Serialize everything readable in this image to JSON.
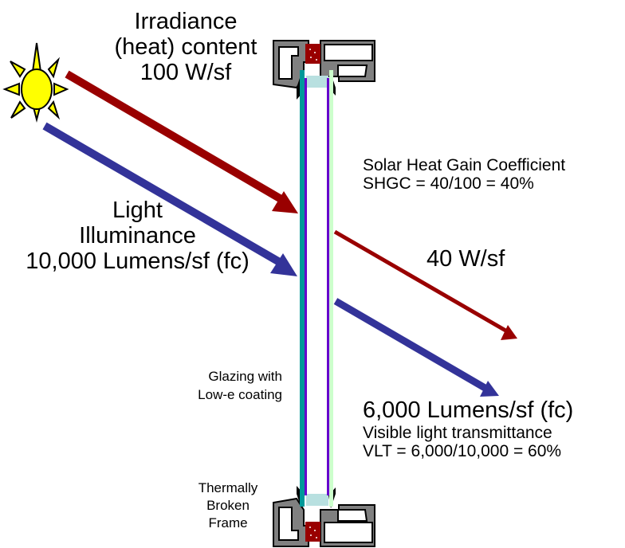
{
  "colors": {
    "heat_arrow": "#990000",
    "light_arrow": "#333399",
    "sun_fill": "#FFFF00",
    "glass_outer": "#009999",
    "coating": "#6600CC",
    "glass_inner": "#CCFFCC",
    "spacer": "#B8E0E0",
    "frame": "#808080",
    "thermal_break": "#990000"
  },
  "icons": {
    "sun": "sun-icon",
    "window_frame": "window-frame-icon"
  },
  "incoming_heat": {
    "lines": [
      "Irradiance",
      "(heat) content",
      "100 W/sf"
    ]
  },
  "incoming_light": {
    "lines": [
      "Light",
      "Illuminance",
      "10,000 Lumens/sf (fc)"
    ]
  },
  "shgc": {
    "title": "Solar Heat Gain Coefficient",
    "formula": "SHGC = 40/100 = 40%"
  },
  "transmitted_heat": {
    "label": "40 W/sf"
  },
  "transmitted_light": {
    "value": "6,000 Lumens/sf (fc)",
    "title": "Visible light transmittance",
    "formula": "VLT = 6,000/10,000 = 60%"
  },
  "glazing_label": {
    "lines": [
      "Glazing with",
      "Low-e coating"
    ]
  },
  "frame_label": {
    "lines": [
      "Thermally",
      "Broken",
      "Frame"
    ]
  }
}
